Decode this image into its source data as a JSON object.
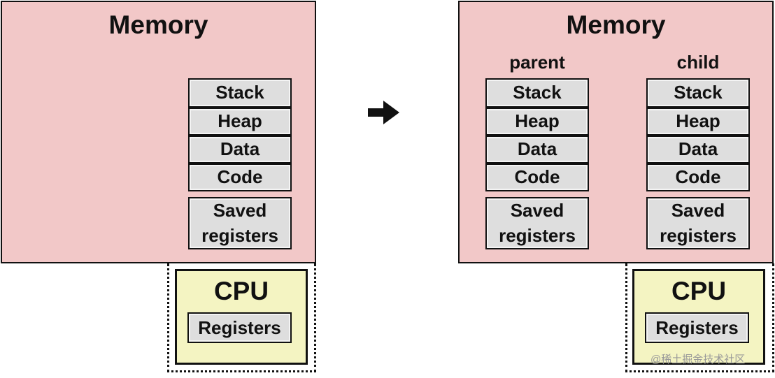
{
  "left": {
    "memory_title": "Memory",
    "segments": [
      "Stack",
      "Heap",
      "Data",
      "Code"
    ],
    "saved_registers": [
      "Saved",
      "registers"
    ],
    "cpu_title": "CPU",
    "registers": "Registers"
  },
  "arrow": "➔",
  "right": {
    "memory_title": "Memory",
    "parent": {
      "label": "parent",
      "segments": [
        "Stack",
        "Heap",
        "Data",
        "Code"
      ],
      "saved_registers": [
        "Saved",
        "registers"
      ]
    },
    "child": {
      "label": "child",
      "segments": [
        "Stack",
        "Heap",
        "Data",
        "Code"
      ],
      "saved_registers": [
        "Saved",
        "registers"
      ]
    },
    "cpu_title": "CPU",
    "registers": "Registers"
  },
  "watermark": "@稀土掘金技术社区"
}
